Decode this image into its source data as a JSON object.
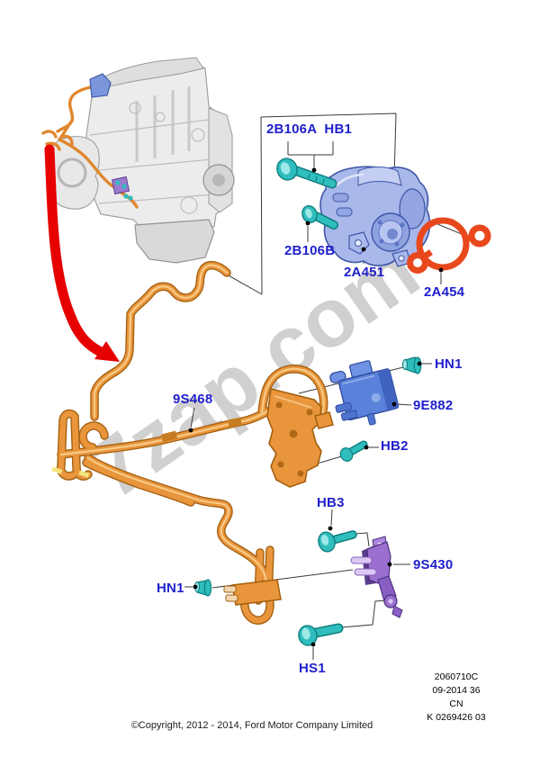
{
  "diagram": {
    "watermark": "7zap.com",
    "callouts": [
      {
        "label": "2B106A  HB1"
      },
      {
        "label": "2B106B"
      },
      {
        "label": "2A451"
      },
      {
        "label": "2A454"
      },
      {
        "label": "9S468"
      },
      {
        "label": "HN1"
      },
      {
        "label": "9E882"
      },
      {
        "label": "HB2"
      },
      {
        "label": "HB3"
      },
      {
        "label": "9S430"
      },
      {
        "label": "HN1"
      },
      {
        "label": "HS1"
      }
    ],
    "colors": {
      "label_blue": "#1F1FCC",
      "pipe_orange": "#E8953C",
      "pump_blue": "#A9B8EA",
      "solenoid_blue": "#5B82DB",
      "gasket_red": "#E8481C",
      "bracket_purple": "#9B6FD0",
      "hardware_teal": "#2FBDBD",
      "arrow_red": "#E60000",
      "watermark_gray": "#C8C8C8"
    }
  },
  "footer": {
    "codes": [
      "2060710C",
      "09-2014 36",
      "CN",
      "K 0269426 03"
    ],
    "copyright": "©Copyright, 2012 - 2014, Ford Motor Company Limited"
  }
}
